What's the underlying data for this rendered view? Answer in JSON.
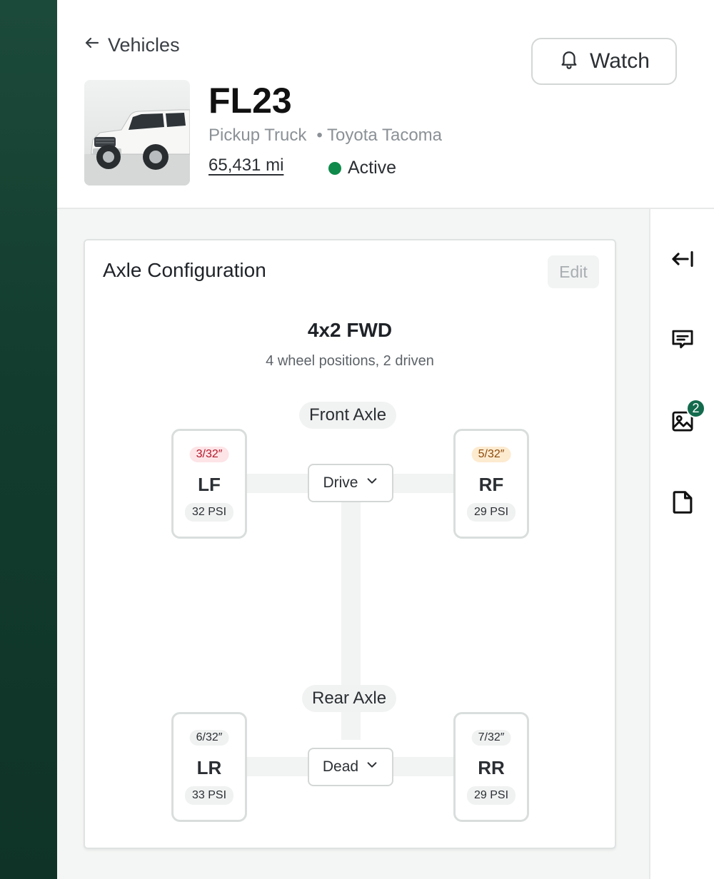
{
  "header": {
    "back_label": "Vehicles",
    "watch_label": "Watch",
    "vehicle_id": "FL23",
    "vehicle_type": "Pickup Truck",
    "separator": "•",
    "vehicle_model": "Toyota Tacoma",
    "mileage": "65,431 mi",
    "status": "Active",
    "status_color": "#0f8a4a"
  },
  "right_rail": {
    "icons": [
      "collapse-panel-icon",
      "comment-icon",
      "images-icon",
      "document-icon"
    ],
    "images_badge": "2"
  },
  "card": {
    "title": "Axle Configuration",
    "edit_label": "Edit",
    "config_name": "4x2 FWD",
    "config_description": "4 wheel positions, 2 driven",
    "front_axle": {
      "label": "Front Axle",
      "drive_type": "Drive",
      "left": {
        "position": "LF",
        "tread": "3/32″",
        "pressure": "32 PSI",
        "tread_status": "red"
      },
      "right": {
        "position": "RF",
        "tread": "5/32″",
        "pressure": "29 PSI",
        "tread_status": "amber"
      }
    },
    "rear_axle": {
      "label": "Rear Axle",
      "drive_type": "Dead",
      "left": {
        "position": "LR",
        "tread": "6/32″",
        "pressure": "33 PSI",
        "tread_status": "gray"
      },
      "right": {
        "position": "RR",
        "tread": "7/32″",
        "pressure": "29 PSI",
        "tread_status": "gray"
      }
    }
  },
  "colors": {
    "rail_green": "#123c2e",
    "accent_green": "#136a4c",
    "tread_red": "#b3172a",
    "tread_amber": "#8a4a0a"
  }
}
